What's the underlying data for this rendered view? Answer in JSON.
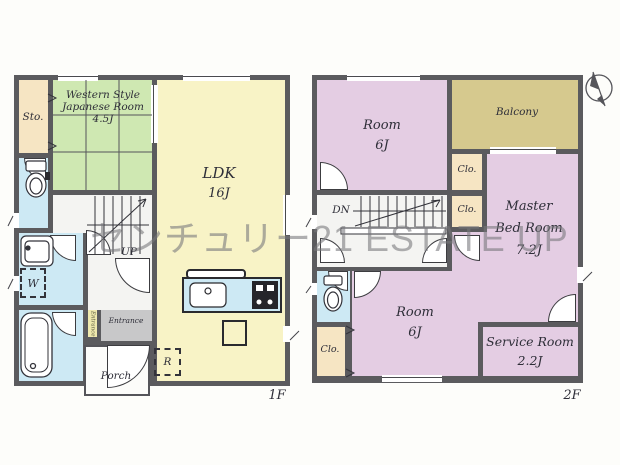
{
  "watermark": "センチュリー21 ESTATE UP",
  "colors": {
    "wall": "#5b5b5e",
    "ldk_yellow": "#f8f3c6",
    "tatami_green": "#cfe8b2",
    "closet_beige": "#f6e5c3",
    "water_blue": "#cde9f4",
    "room_purple": "#e4cde3",
    "balcony_tan": "#d6c98e",
    "entrance_gray": "#c8c8c9",
    "label_text": "#2e2e38",
    "watermark_gray": "#77777b"
  },
  "icons": {
    "compass": "north-arrow-icon",
    "toilet": "toilet-icon",
    "bathtub": "bathtub-icon",
    "vanity_sink": "sink-icon",
    "kitchen_sink": "kitchen-sink-icon",
    "stove": "stove-icon"
  },
  "f1": {
    "floor_label": "1F",
    "sto": "Sto.",
    "japanese_room": [
      "Western Style",
      "Japanese Room",
      "4.5J"
    ],
    "ldk": "LDK",
    "ldk_size": "16J",
    "stairs_up": "UP",
    "washer": "W",
    "entrance": "Entrance",
    "entrance_step": "Entrance",
    "porch": "Porch",
    "fridge": "R"
  },
  "f2": {
    "floor_label": "2F",
    "room_top": "Room",
    "room_top_size": "6J",
    "balcony": "Balcony",
    "closet_a": "Clo.",
    "closet_b": "Clo.",
    "closet_c": "Clo.",
    "stairs_down": "DN",
    "master": [
      "Master",
      "Bed Room",
      "7.2J"
    ],
    "room_bottom": "Room",
    "room_bottom_size": "6J",
    "service_room": "Service Room",
    "service_room_size": "2.2J"
  }
}
